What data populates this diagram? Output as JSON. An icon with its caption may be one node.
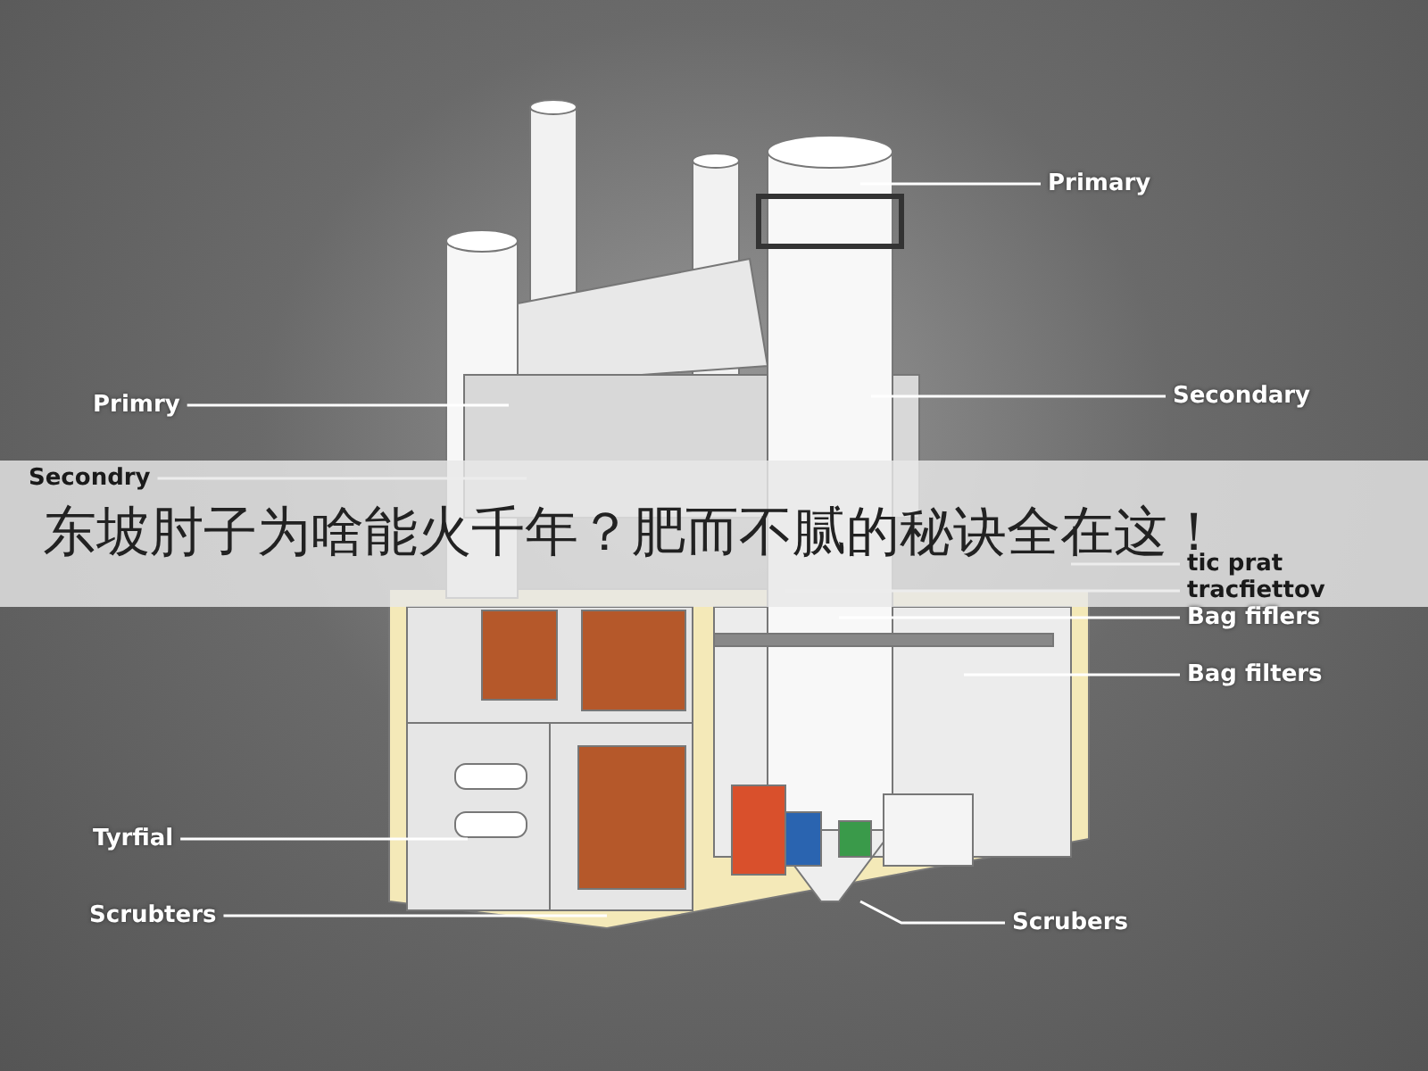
{
  "diagram": {
    "title": "东坡肘子为啥能火千年？肥而不腻的秘诀全在这！",
    "nodes": [
      {
        "text": [
          "Primary"
        ]
      },
      {
        "text": [
          "Secondary"
        ]
      },
      {
        "text": [
          "tic prat"
        ]
      },
      {
        "text": [
          "tracfiettov"
        ]
      },
      {
        "text": [
          "Bag fiflers"
        ]
      },
      {
        "text": [
          "Bag filters"
        ]
      },
      {
        "text": [
          "Primry"
        ]
      },
      {
        "text": [
          "Secondry"
        ]
      },
      {
        "text": [
          "Tyrfial"
        ]
      },
      {
        "text": [
          "Scrubters"
        ]
      },
      {
        "text": [
          "Scrubers"
        ]
      }
    ],
    "edges": [
      {
        "from": 0,
        "to": null,
        "arrow": "none"
      },
      {
        "from": 1,
        "to": null,
        "arrow": "none"
      },
      {
        "from": 2,
        "to": null,
        "arrow": "none"
      },
      {
        "from": 3,
        "to": null,
        "arrow": "none"
      },
      {
        "from": 4,
        "to": null,
        "arrow": "none"
      },
      {
        "from": 5,
        "to": null,
        "arrow": "none"
      },
      {
        "from": 6,
        "to": null,
        "arrow": "none"
      },
      {
        "from": 7,
        "to": null,
        "arrow": "none"
      },
      {
        "from": 8,
        "to": null,
        "arrow": "none"
      },
      {
        "from": 9,
        "to": null,
        "arrow": "none"
      },
      {
        "from": 10,
        "to": null,
        "arrow": "none"
      }
    ]
  }
}
